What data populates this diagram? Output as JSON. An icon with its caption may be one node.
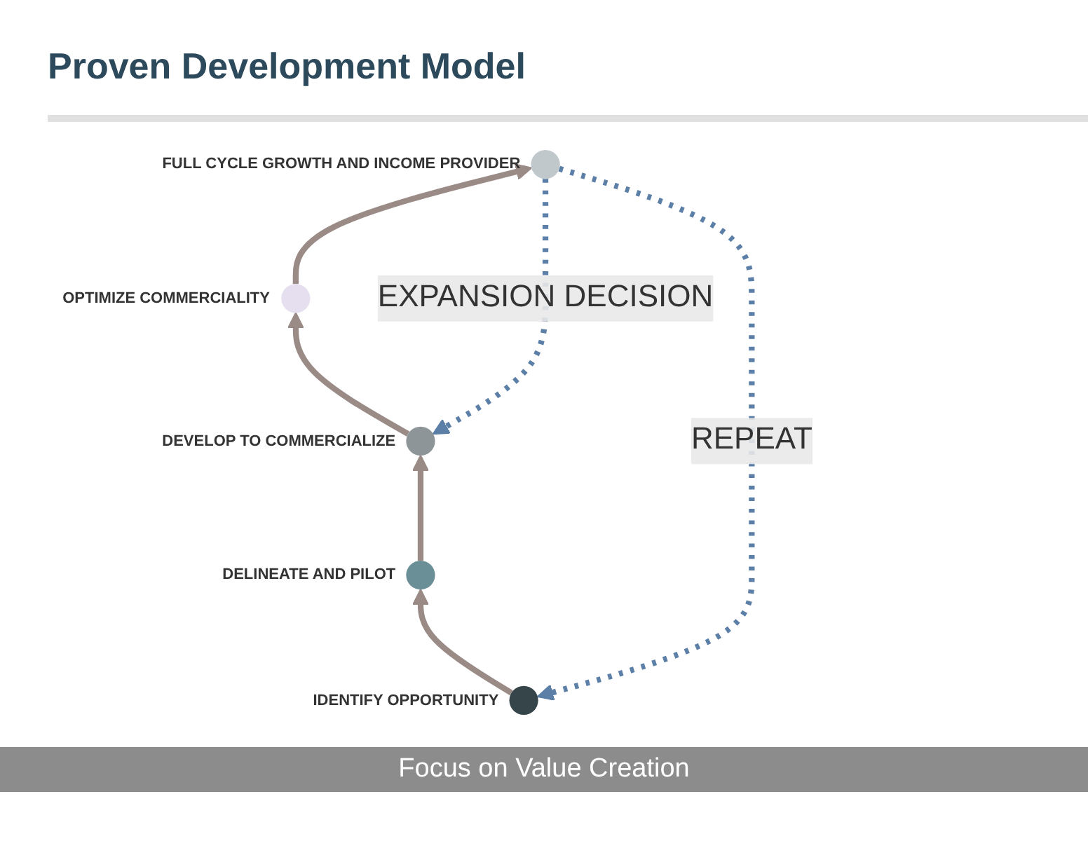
{
  "diagram": {
    "title": "Proven Development Model",
    "caption": "Focus on Value Creation",
    "nodes": [
      {
        "text": [],
        "shape": "circle",
        "beside": [
          "IDENTIFY OPPORTUNITY"
        ]
      },
      {
        "text": [],
        "shape": "circle",
        "beside": [
          "DELINEATE AND PILOT"
        ]
      },
      {
        "text": [],
        "shape": "circle",
        "beside": [
          "DEVELOP TO COMMERCIALIZE"
        ]
      },
      {
        "text": [],
        "shape": "circle",
        "beside": [
          "OPTIMIZE COMMERCIALITY"
        ]
      },
      {
        "text": [],
        "shape": "circle",
        "beside": [
          "FULL CYCLE GROWTH AND INCOME PROVIDER"
        ]
      }
    ],
    "edges": [
      {
        "from": 0,
        "to": 1,
        "arrow": "to"
      },
      {
        "from": 1,
        "to": 2,
        "arrow": "to"
      },
      {
        "from": 2,
        "to": 3,
        "arrow": "to"
      },
      {
        "from": 3,
        "to": 4,
        "arrow": "to"
      },
      {
        "from": 4,
        "to": 2,
        "arrow": "to",
        "label": "EXPANSION DECISION",
        "style": "dashed",
        "color": "#5b7fa6"
      },
      {
        "from": 4,
        "to": 0,
        "arrow": "to",
        "label": "REPEAT",
        "style": "dashed",
        "color": "#5b7fa6"
      }
    ]
  }
}
